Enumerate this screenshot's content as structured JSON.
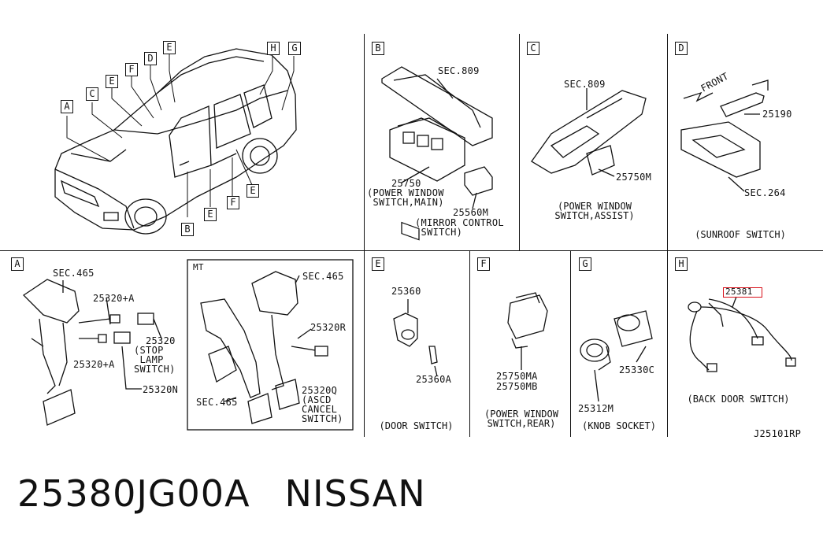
{
  "sections": {
    "top": {
      "car": {
        "callouts": [
          "A",
          "C",
          "E",
          "F",
          "D",
          "E",
          "H",
          "G",
          "B",
          "E",
          "F",
          "E"
        ]
      },
      "B": {
        "letter": "B",
        "sec": "SEC.809",
        "part_main": "25750",
        "caption_main": "(POWER WINDOW\n SWITCH,MAIN)",
        "part_mirror": "25560M",
        "caption_mirror": "(MIRROR CONTROL\n SWITCH)"
      },
      "C": {
        "letter": "C",
        "sec": "SEC.809",
        "part": "25750M",
        "caption": "(POWER WINDOW\nSWITCH,ASSIST)"
      },
      "D": {
        "letter": "D",
        "front": "FRONT",
        "part": "25190",
        "sec": "SEC.264",
        "caption": "(SUNROOF SWITCH)"
      }
    },
    "bottom": {
      "A": {
        "letter": "A",
        "sec": "SEC.465",
        "part_a1": "25320+A",
        "part_a2": "25320+A",
        "part_stop": "25320",
        "caption_stop": "(STOP\n LAMP\nSWITCH)",
        "part_n": "25320N"
      },
      "MT": {
        "label": "MT",
        "sec_top": "SEC.465",
        "part_r": "25320R",
        "part_q": "25320Q",
        "caption_q": "(ASCD\nCANCEL\nSWITCH)",
        "sec_bottom": "SEC.465"
      },
      "E": {
        "letter": "E",
        "part_main": "25360",
        "part_a": "25360A",
        "caption": "(DOOR SWITCH)"
      },
      "F": {
        "letter": "F",
        "part_ma": "25750MA",
        "part_mb": "25750MB",
        "caption": "(POWER WINDOW\nSWITCH,REAR)"
      },
      "G": {
        "letter": "G",
        "part_c": "25330C",
        "part_m": "25312M",
        "caption": "(KNOB SOCKET)"
      },
      "H": {
        "letter": "H",
        "part": "25381",
        "caption": "(BACK DOOR SWITCH)"
      }
    }
  },
  "diagram_code": "J25101RP",
  "footer": {
    "part_number": "25380JG00A",
    "brand": "NISSAN"
  },
  "colors": {
    "line": "#111111",
    "highlight": "#d8101a",
    "background": "#ffffff"
  }
}
